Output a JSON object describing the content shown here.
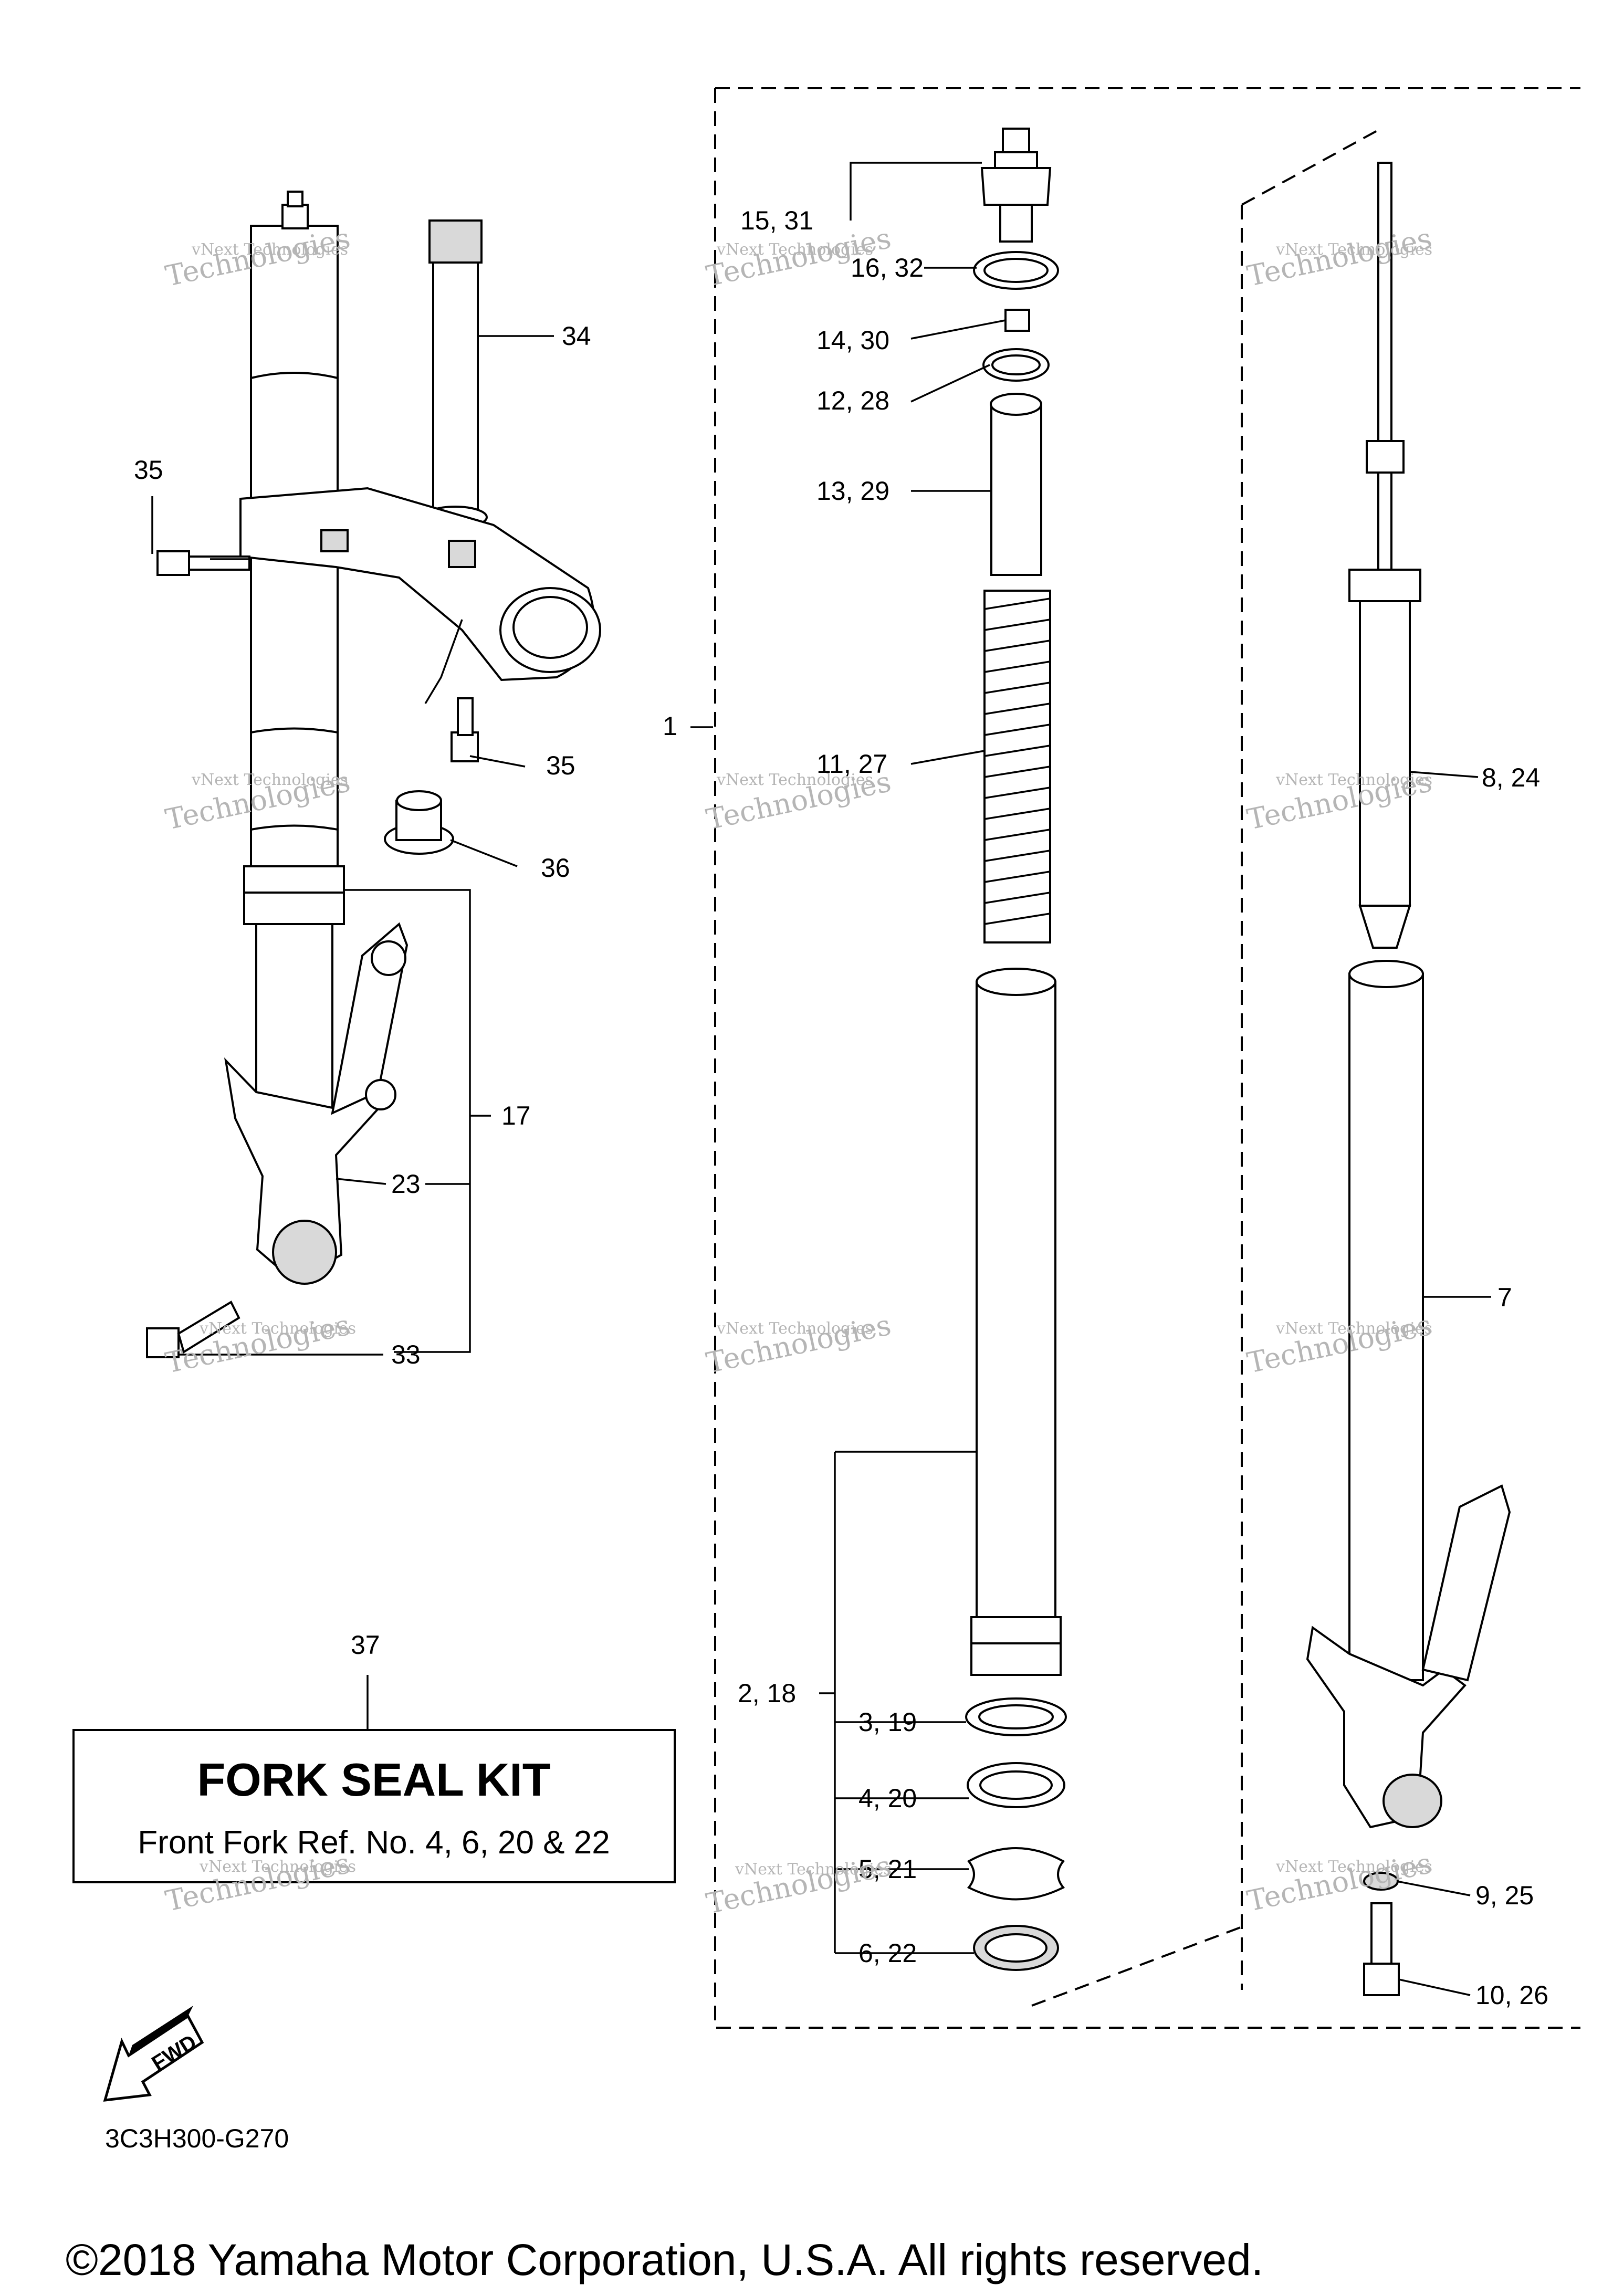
{
  "callouts": {
    "c1": "1",
    "c15_31": "15, 31",
    "c16_32": "16, 32",
    "c14_30": "14, 30",
    "c12_28": "12, 28",
    "c13_29": "13, 29",
    "c11_27": "11, 27",
    "c8_24": "8, 24",
    "c7": "7",
    "c2_18": "2, 18",
    "c3_19": "3, 19",
    "c4_20": "4, 20",
    "c5_21": "5, 21",
    "c6_22": "6, 22",
    "c9_25": "9, 25",
    "c10_26": "10, 26",
    "c34": "34",
    "c35a": "35",
    "c35b": "35",
    "c36": "36",
    "c17": "17",
    "c23": "23",
    "c33": "33",
    "c37": "37"
  },
  "kit": {
    "title": "FORK SEAL KIT",
    "subtitle": "Front Fork Ref. No. 4, 6, 20 & 22"
  },
  "fwd_label": "FWD",
  "diagram_code": "3C3H300-G270",
  "copyright": "©2018 Yamaha Motor Corporation, U.S.A. All rights reserved.",
  "watermark": {
    "small": "vNext Technologies",
    "big": "Technologies"
  }
}
